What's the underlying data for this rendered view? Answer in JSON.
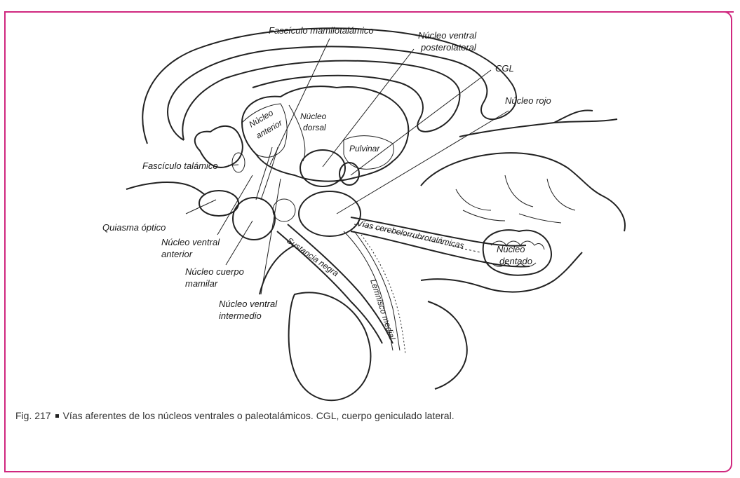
{
  "labels": {
    "fasciculo_mamilotalamico": "Fascículo mamilotalámico",
    "nucleo_ventral_posterolateral_1": "Núcleo ventral",
    "nucleo_ventral_posterolateral_2": "posterolateral",
    "cgl": "CGL",
    "nucleo_rojo": "Núcleo rojo",
    "nucleo_anterior_1": "Núcleo",
    "nucleo_anterior_2": "anterior",
    "nucleo_dorsal_1": "Núcleo",
    "nucleo_dorsal_2": "dorsal",
    "pulvinar": "Pulvinar",
    "fasciculo_talamico": "Fascículo talámico",
    "quiasma_optico": "Quiasma óptico",
    "nucleo_ventral_anterior_1": "Núcleo ventral",
    "nucleo_ventral_anterior_2": "anterior",
    "nucleo_cuerpo_mamilar_1": "Núcleo cuerpo",
    "nucleo_cuerpo_mamilar_2": "mamilar",
    "nucleo_ventral_intermedio_1": "Núcleo ventral",
    "nucleo_ventral_intermedio_2": "intermedio",
    "sustancia_negra": "Sustancia negra",
    "lemnisco_medial": "Lemnisco medial",
    "vias_cerebelorubrotalamicas": "Vías cerebelorrubrotalámicas",
    "nucleo_dentado_1": "Núcleo",
    "nucleo_dentado_2": "dentado"
  },
  "caption": {
    "fig_number": "Fig. 217",
    "text": "Vías aferentes de los núcleos ventrales o paleotalámicos. CGL, cuerpo geniculado lateral."
  },
  "colors": {
    "frame": "#d0287f",
    "ink": "#222222"
  }
}
